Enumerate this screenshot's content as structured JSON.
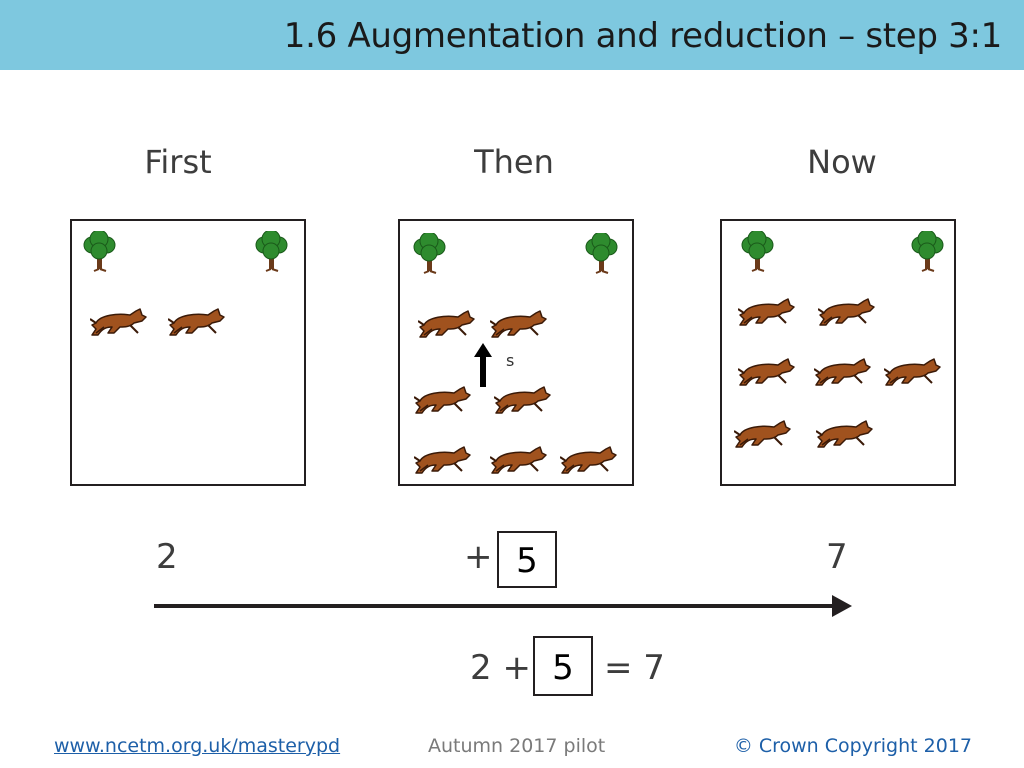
{
  "header": {
    "title": "1.6 Augmentation and reduction – step 3:1",
    "bar_color": "#7ec8df"
  },
  "columns": {
    "first": "First",
    "then": "Then",
    "now": "Now"
  },
  "scenes": {
    "first": {
      "tree_count": 2,
      "dog_count": 2
    },
    "then": {
      "tree_count": 2,
      "dog_count": 7,
      "cursor_label": "s"
    },
    "now": {
      "tree_count": 2,
      "dog_count": 7
    }
  },
  "number_line": {
    "start": "2",
    "plus_sign": "+",
    "change": "5",
    "end": "7"
  },
  "equation": {
    "left": "2 +",
    "answer": "5",
    "right": "= 7"
  },
  "footer": {
    "link": "www.ncetm.org.uk/masterypd",
    "center": "Autumn 2017 pilot",
    "copyright": "© Crown Copyright 2017"
  },
  "colors": {
    "dog": "#a0521e",
    "tree": "#2e8b2e",
    "trunk": "#6b3a1a"
  }
}
